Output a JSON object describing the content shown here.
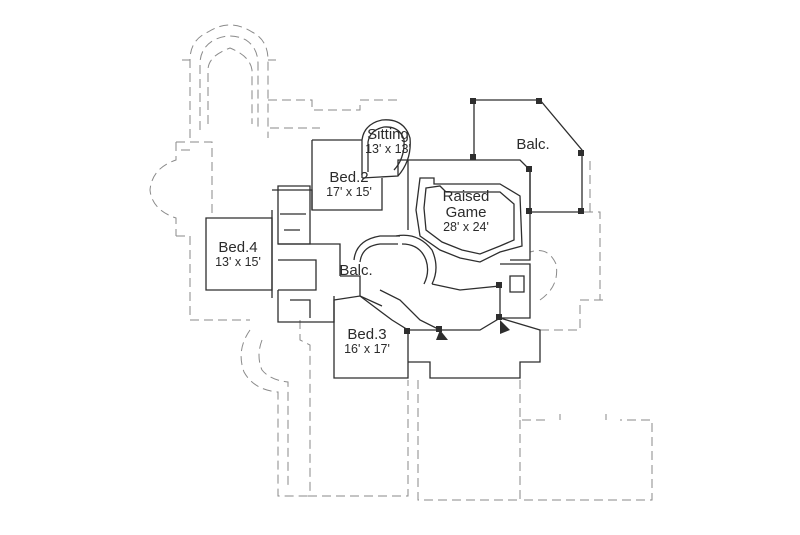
{
  "colors": {
    "background": "#ffffff",
    "wall": "#2e2e2e",
    "dashed": "#8a8a8a"
  },
  "rooms": {
    "sitting": {
      "name": "Sitting",
      "dims": "13' x 13'"
    },
    "bed2": {
      "name": "Bed.2",
      "dims": "17' x 15'"
    },
    "raised_game": {
      "name": "Raised",
      "name2": "Game",
      "dims": "28' x 24'"
    },
    "balc_right": {
      "name": "Balc."
    },
    "bed4": {
      "name": "Bed.4",
      "dims": "13' x 15'"
    },
    "balc_center": {
      "name": "Balc."
    },
    "bed3": {
      "name": "Bed.3",
      "dims": "16' x 17'"
    }
  }
}
